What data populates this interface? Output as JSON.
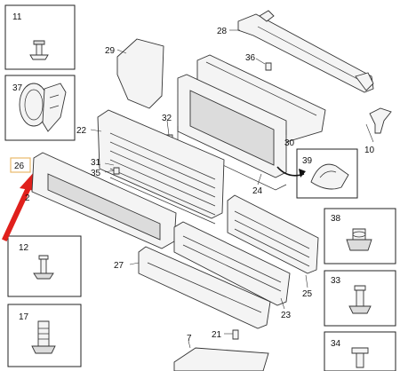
{
  "callouts": {
    "c2": "2",
    "c7": "7",
    "c10": "10",
    "c11": "11",
    "c12": "12",
    "c17": "17",
    "c21": "21",
    "c22": "22",
    "c23": "23",
    "c24": "24",
    "c25": "25",
    "c26": "26",
    "c27": "27",
    "c28": "28",
    "c29": "29",
    "c30": "30",
    "c31": "31",
    "c32": "32",
    "c33": "33",
    "c34": "34",
    "c35": "35",
    "c36": "36",
    "c37": "37",
    "c38": "38",
    "c39": "39"
  },
  "colors": {
    "arrow": "#e0201c",
    "highlight_box": "#e8b96a",
    "line": "#333333"
  }
}
